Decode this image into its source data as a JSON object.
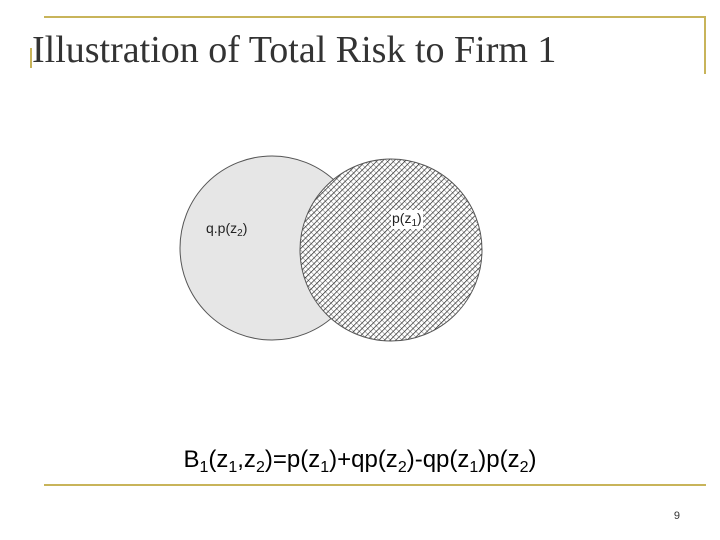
{
  "slide": {
    "title": "Illustration of Total Risk to Firm 1",
    "page_number": "9"
  },
  "diagram": {
    "left_circle_label": {
      "base": "q.p(z",
      "sub": "2",
      "close": ")"
    },
    "right_circle_label": {
      "base": "p(z",
      "sub": "1",
      "close": ")"
    },
    "left_fill": "#e6e6e6",
    "right_hatch": "#222222",
    "outline": "#555555"
  },
  "formula": {
    "parts": [
      "B",
      "1",
      "(z",
      "1",
      ",z",
      "2",
      ")=p(z",
      "1",
      ")+qp(z",
      "2",
      ")-qp(z",
      "1",
      ")p(z",
      "2",
      ")"
    ]
  },
  "colors": {
    "accent_frame": "#c8b45a"
  }
}
